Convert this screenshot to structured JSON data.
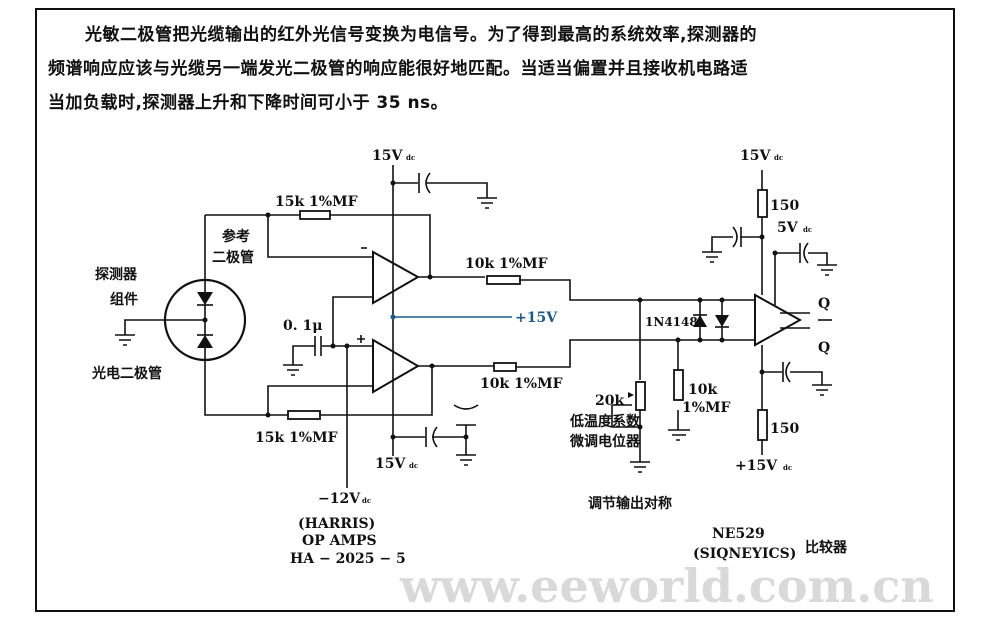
{
  "description_text": [
    "光敏二极管把光缆输出的红外光信号变换为电信号。为了得到最高的系统效率,探测器的",
    "频谱响应应该与光缆另一端发光二极管的响应能很好地匹配。当适当偏置并且接收机电路适",
    "当加负载时,探测器上升和下降时间可小于 35 ns。"
  ],
  "labels": {
    "detector_assembly": [
      "探测器",
      "组件"
    ],
    "photodiode": "光电二极管",
    "reference_diode": [
      "参考",
      "二极管"
    ],
    "r_top": "15k 1%MF",
    "r_bottom": "15k 1%MF",
    "r_out1": "10k 1%MF",
    "r_out2": "10k 1%MF",
    "cap": "0. 1μ",
    "v15_top": "15V",
    "v15_bottom": "15V",
    "v15_right_top": "15V",
    "v15_right_bottom": "+15V",
    "v5": "5V",
    "dc": "dc",
    "plus15": "+15V",
    "minus12": "−12V",
    "diode": "1N4148",
    "pot_value": "20k",
    "pot_desc": [
      "低温度系数",
      "微调电位器"
    ],
    "r_load": [
      "10k",
      "1%MF"
    ],
    "r150_top": "150",
    "r150_bottom": "150",
    "q": "Q",
    "q_bar": "Q",
    "adjust": "调节输出对称",
    "opamp_info": [
      "(HARRIS)",
      "OP AMPS",
      "HA − 2025 − 5"
    ],
    "comparator_info": [
      "NE529",
      "(SIQNEYICS)"
    ],
    "comparator": "比较器",
    "watermark": "www.eeworld.com.cn"
  }
}
